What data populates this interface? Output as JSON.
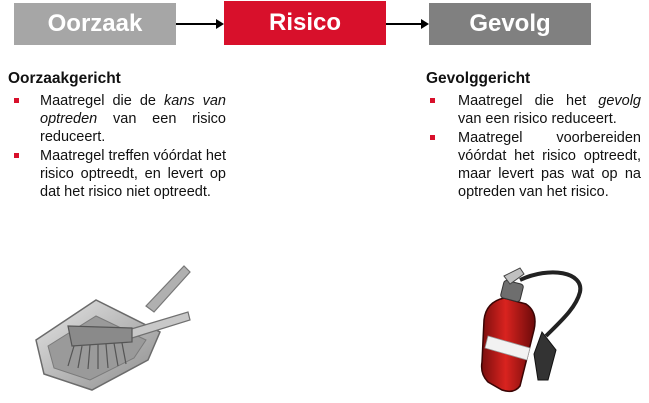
{
  "diagram": {
    "boxes": {
      "cause": "Oorzaak",
      "risk": "Risico",
      "effect": "Gevolg"
    },
    "colors": {
      "cause_box": "#a6a6a6",
      "risk_box": "#d8102b",
      "effect_box": "#808080",
      "bullet": "#d8102b"
    }
  },
  "left_column": {
    "heading": "Oorzaakgericht",
    "items": [
      {
        "part1": "Maatregel die de ",
        "italic": "kans van optreden",
        "part2": " van een risico reduceert."
      },
      {
        "text": "Maatregel treffen vóórdat het risico optreedt, en levert  op dat het risico niet optreedt."
      }
    ],
    "illustration": "dustpan-and-brush-icon"
  },
  "right_column": {
    "heading": "Gevolggericht",
    "items": [
      {
        "part1": "Maatregel die het ",
        "italic": "gevolg",
        "part2": " van een risico reduceert."
      },
      {
        "text": "Maatregel voorbereiden vóórdat het risico optreedt, maar levert pas wat op na optreden van het risico."
      }
    ],
    "illustration": "fire-extinguisher-icon"
  }
}
